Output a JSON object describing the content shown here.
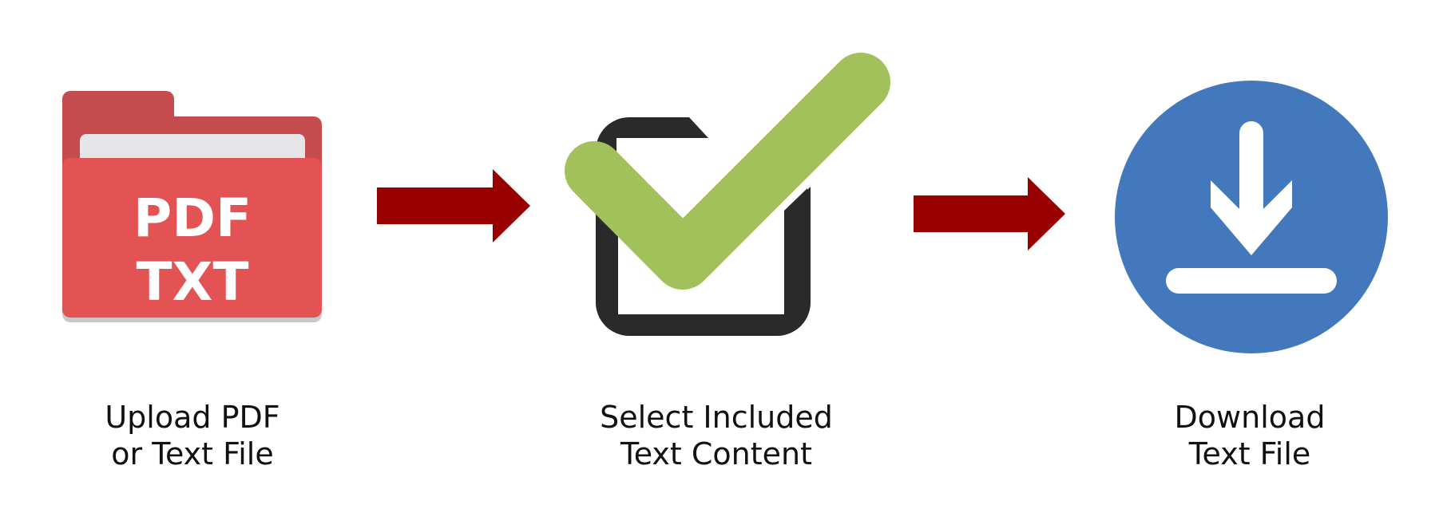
{
  "steps": [
    {
      "icon": "pdf-txt-folder-icon",
      "folder_lines": [
        "PDF",
        "TXT"
      ],
      "caption_lines": [
        "Upload PDF",
        "or Text File"
      ]
    },
    {
      "icon": "checkbox-check-icon",
      "caption_lines": [
        "Select Included",
        "Text Content"
      ]
    },
    {
      "icon": "download-circle-icon",
      "caption_lines": [
        "Download",
        "Text File"
      ]
    }
  ],
  "connectors": [
    {
      "icon": "right-arrow-icon"
    },
    {
      "icon": "right-arrow-icon"
    }
  ],
  "colors": {
    "folder_red": "#e35353",
    "folder_dark_red": "#c44c4e",
    "arrow_dark_red": "#990000",
    "check_green": "#a2c15a",
    "box_dark": "#2a2a2a",
    "download_blue": "#4478bd"
  }
}
